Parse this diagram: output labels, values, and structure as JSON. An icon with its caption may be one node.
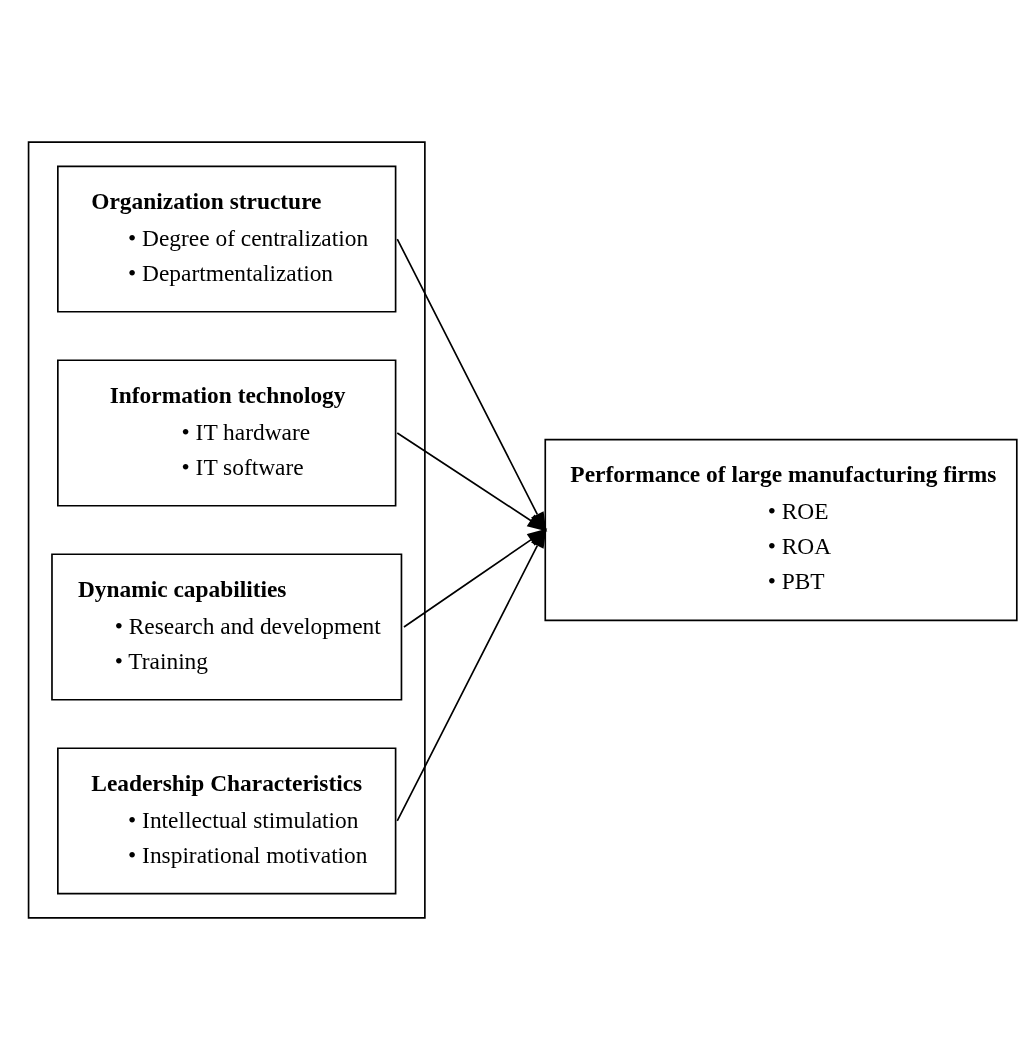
{
  "diagram": {
    "nodes": [
      {
        "text": [],
        "shape": "box"
      },
      {
        "text": [
          "Organization structure",
          "• Degree of centralization",
          "• Departmentalization"
        ],
        "in": 0
      },
      {
        "text": [
          "Information technology",
          "• IT hardware",
          "• IT software"
        ],
        "in": 0
      },
      {
        "text": [
          "Dynamic capabilities",
          "• Research and development",
          "• Training"
        ],
        "in": 0
      },
      {
        "text": [
          "Leadership Characteristics",
          "• Intellectual stimulation",
          "• Inspirational motivation"
        ],
        "in": 0
      },
      {
        "text": [
          "Performance of large manufacturing firms",
          "• ROE",
          "• ROA",
          "• PBT"
        ]
      }
    ],
    "edges": [
      {
        "from": 1,
        "to": 5,
        "arrow": "to"
      },
      {
        "from": 2,
        "to": 5,
        "arrow": "to"
      },
      {
        "from": 3,
        "to": 5,
        "arrow": "to"
      },
      {
        "from": 4,
        "to": 5,
        "arrow": "to"
      }
    ]
  }
}
